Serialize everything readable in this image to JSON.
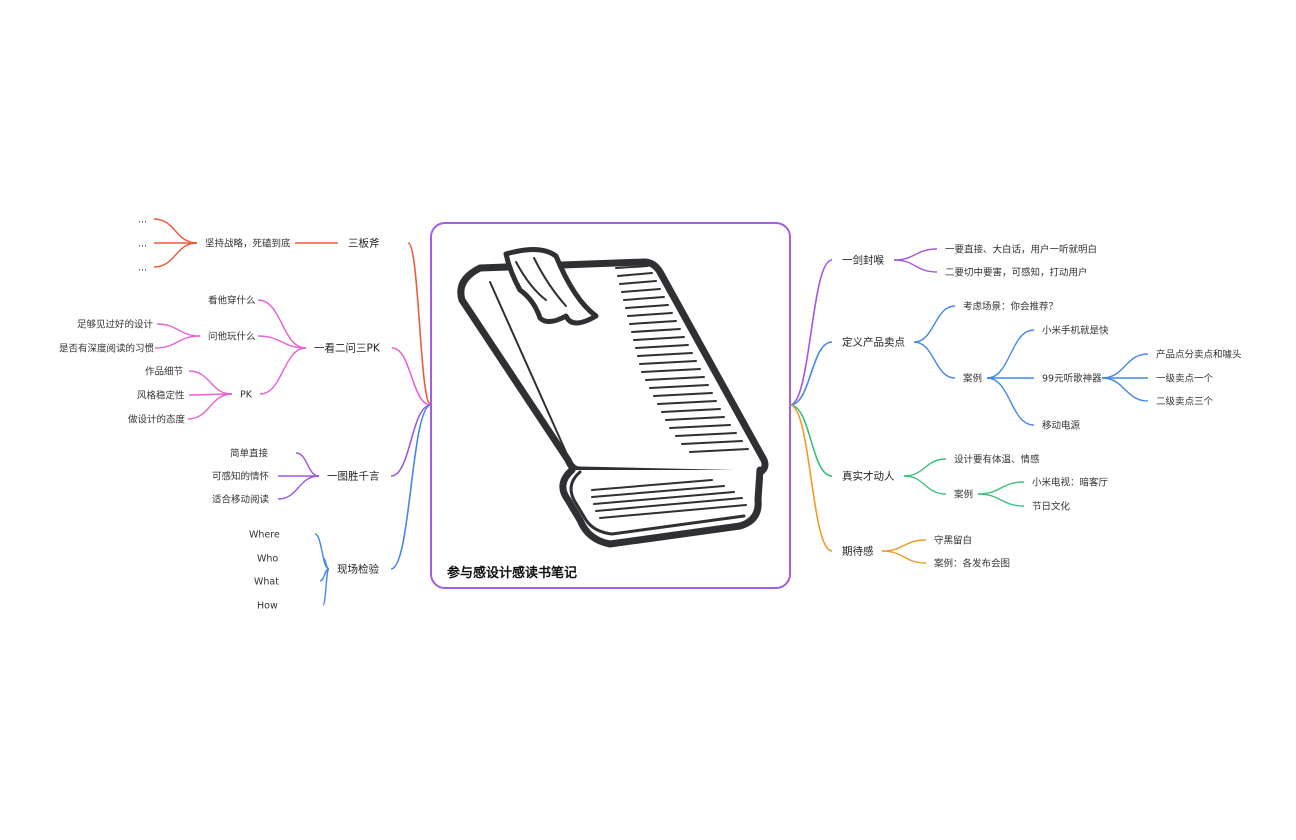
{
  "central": {
    "title": "参与感设计感读书笔记",
    "icon": "book-icon"
  },
  "colors": {
    "border": "#a05ee0",
    "red": "#ec5b3f",
    "pink": "#e961d5",
    "violet": "#a356e0",
    "blue": "#4488e8",
    "green": "#39c07a",
    "orange": "#ee9b26"
  },
  "left": [
    {
      "label": "三板斧",
      "color": "red",
      "children": [
        {
          "label": "坚持战略，死磕到底",
          "children": [
            {
              "label": "..."
            },
            {
              "label": "..."
            },
            {
              "label": "..."
            }
          ]
        }
      ]
    },
    {
      "label": "一看二问三PK",
      "color": "pink",
      "children": [
        {
          "label": "看他穿什么"
        },
        {
          "label": "问他玩什么",
          "children": [
            {
              "label": "足够见过好的设计"
            },
            {
              "label": "是否有深度阅读的习惯"
            }
          ]
        },
        {
          "label": "PK",
          "children": [
            {
              "label": "作品细节"
            },
            {
              "label": "风格稳定性"
            },
            {
              "label": "做设计的态度"
            }
          ]
        }
      ]
    },
    {
      "label": "一图胜千言",
      "color": "violet",
      "children": [
        {
          "label": "简单直接"
        },
        {
          "label": "可感知的情怀"
        },
        {
          "label": "适合移动阅读"
        }
      ]
    },
    {
      "label": "现场检验",
      "color": "blue",
      "children": [
        {
          "label": "Where"
        },
        {
          "label": "Who"
        },
        {
          "label": "What"
        },
        {
          "label": "How"
        }
      ]
    }
  ],
  "right": [
    {
      "label": "一剑封喉",
      "color": "violet",
      "children": [
        {
          "label": "一要直接、大白话，用户一听就明白"
        },
        {
          "label": "二要切中要害，可感知，打动用户"
        }
      ]
    },
    {
      "label": "定义产品卖点",
      "color": "blue",
      "children": [
        {
          "label": "考虑场景：你会推荐？"
        },
        {
          "label": "案例",
          "children": [
            {
              "label": "小米手机就是快"
            },
            {
              "label": "99元听歌神器",
              "children": [
                {
                  "label": "产品点分卖点和噱头"
                },
                {
                  "label": "一级卖点一个"
                },
                {
                  "label": "二级卖点三个"
                }
              ]
            },
            {
              "label": "移动电源"
            }
          ]
        }
      ]
    },
    {
      "label": "真实才动人",
      "color": "green",
      "children": [
        {
          "label": "设计要有体温、情感"
        },
        {
          "label": "案例",
          "children": [
            {
              "label": "小米电视：暗客厅"
            },
            {
              "label": "节日文化"
            }
          ]
        }
      ]
    },
    {
      "label": "期待感",
      "color": "orange",
      "children": [
        {
          "label": "守黑留白"
        },
        {
          "label": "案例：各发布会图"
        }
      ]
    }
  ]
}
